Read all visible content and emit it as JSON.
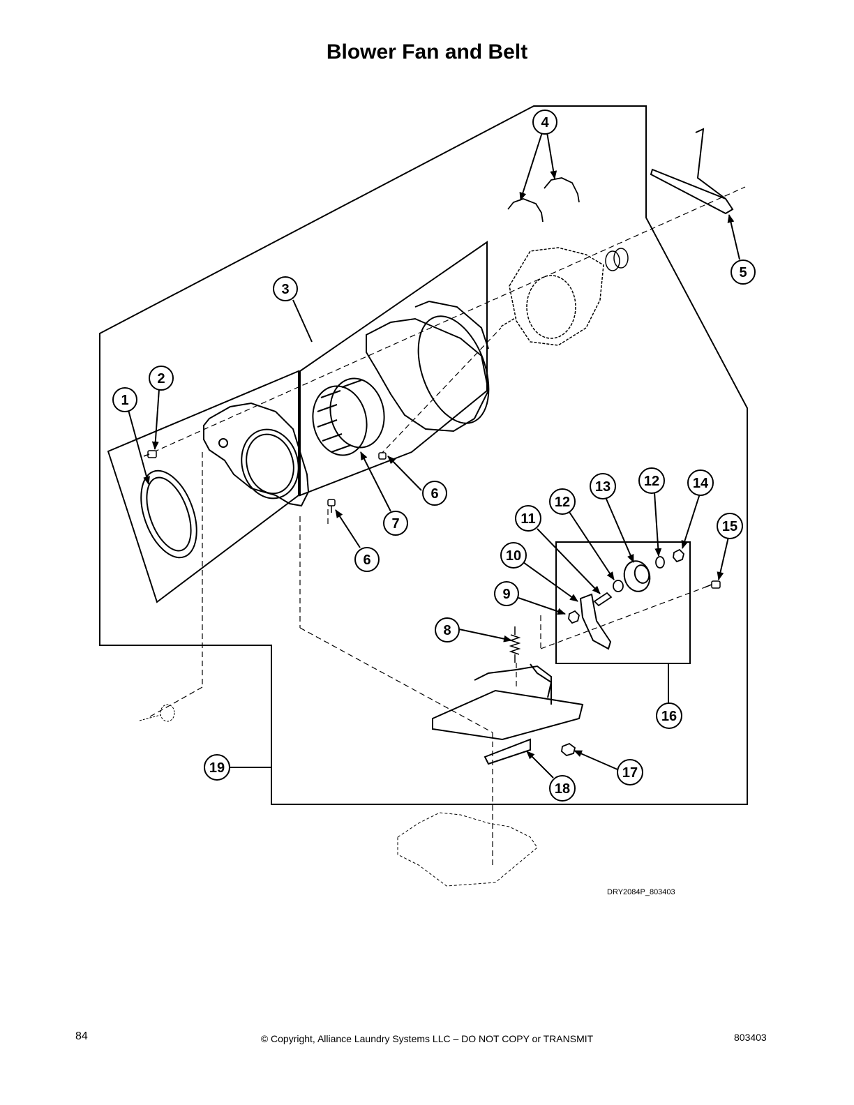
{
  "title": "Blower Fan and Belt",
  "drawing_id": "DRY2084P_803403",
  "footer": {
    "page_number": "84",
    "copyright": "© Copyright, Alliance Laundry Systems LLC – DO NOT COPY or TRANSMIT",
    "doc_number": "803403"
  },
  "callouts": [
    "1",
    "2",
    "3",
    "4",
    "5",
    "6",
    "6",
    "7",
    "8",
    "9",
    "10",
    "11",
    "12",
    "12",
    "13",
    "14",
    "15",
    "16",
    "17",
    "18",
    "19"
  ]
}
